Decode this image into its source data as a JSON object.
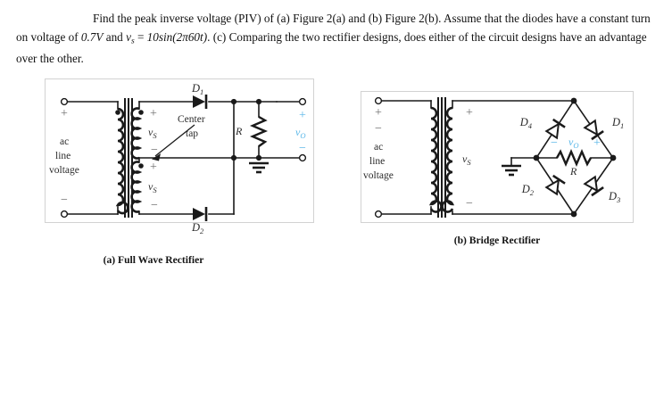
{
  "problem": {
    "line1_pre": "Find the peak inverse voltage (PIV) of (a) Figure 2(a) and (b) Figure 2(b).  Assume that the diodes have a constant",
    "line2_a": "turn on voltage of ",
    "line2_v": "0.7V",
    "line2_b": " and ",
    "line2_vs": "v",
    "line2_vs_sub": "s",
    "line2_eq": " = ",
    "line2_expr": "10sin(2π60t)",
    "line2_c": ".  (c) Comparing the two rectifier designs, does either of the circuit designs have",
    "line3": "an advantage over the other."
  },
  "colors": {
    "accent": "#57b6e8",
    "wire": "#1a1a1a",
    "frame": "#d2d2d2",
    "label": "#2b2b2b",
    "grey_sign": "#6b6b6b"
  },
  "figure_a": {
    "caption": "(a) Full Wave Rectifier",
    "source_label_lines": [
      "ac",
      "line",
      "voltage"
    ],
    "source_plus": "+",
    "source_minus": "−",
    "secondary_top": {
      "plus": "+",
      "minus": "−",
      "v": "v",
      "v_sub": "S"
    },
    "secondary_bottom": {
      "plus": "+",
      "minus": "−",
      "v": "v",
      "v_sub": "S"
    },
    "center_tap_line1": "Center",
    "center_tap_line2": "tap",
    "diode_top": {
      "name": "D",
      "sub": "1"
    },
    "diode_bottom": {
      "name": "D",
      "sub": "2"
    },
    "resistor": "R",
    "output": {
      "v": "v",
      "v_sub": "O",
      "plus": "+",
      "minus": "−"
    }
  },
  "figure_b": {
    "caption": "(b) Bridge Rectifier",
    "source_label_lines": [
      "ac",
      "line",
      "voltage"
    ],
    "source_plus": "+",
    "source_minus": "−",
    "secondary": {
      "plus": "+",
      "minus": "−",
      "v": "v",
      "v_sub": "S"
    },
    "diodes": [
      {
        "name": "D",
        "sub": "1"
      },
      {
        "name": "D",
        "sub": "2"
      },
      {
        "name": "D",
        "sub": "3"
      },
      {
        "name": "D",
        "sub": "4"
      }
    ],
    "resistor": "R",
    "output": {
      "v": "v",
      "v_sub": "O",
      "plus": "+",
      "minus": "−"
    }
  }
}
